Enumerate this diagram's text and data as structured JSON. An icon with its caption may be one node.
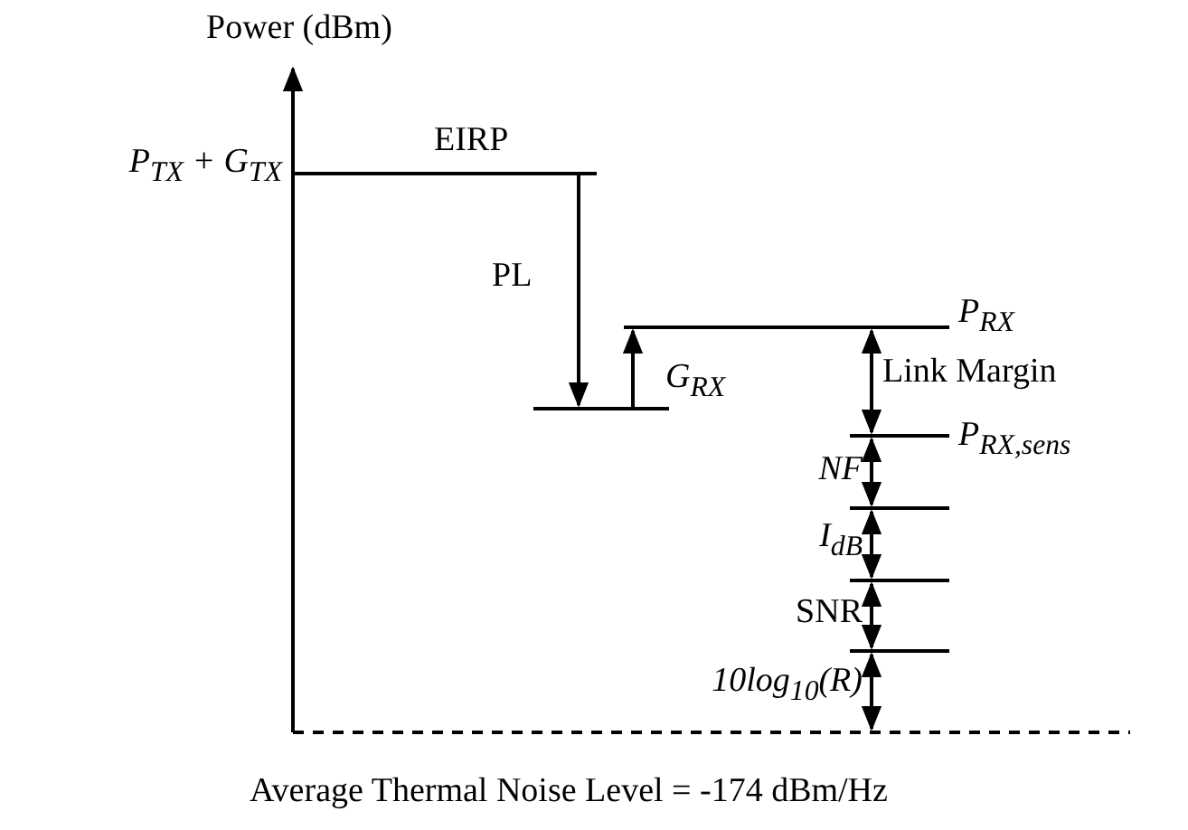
{
  "diagram": {
    "caption": "Average Thermal Noise Level = -174 dBm/Hz",
    "labels": [
      "Power (dBm)",
      "P$_{TX}$ + G$_{TX}$",
      "EIRP",
      "PL",
      "G$_{RX}$",
      "P$_{RX}$",
      "Link Margin",
      "P$_{RX,sens}$",
      "NF",
      "I$_{dB}$",
      "SNR",
      "10log$_{10}$(R)"
    ]
  }
}
